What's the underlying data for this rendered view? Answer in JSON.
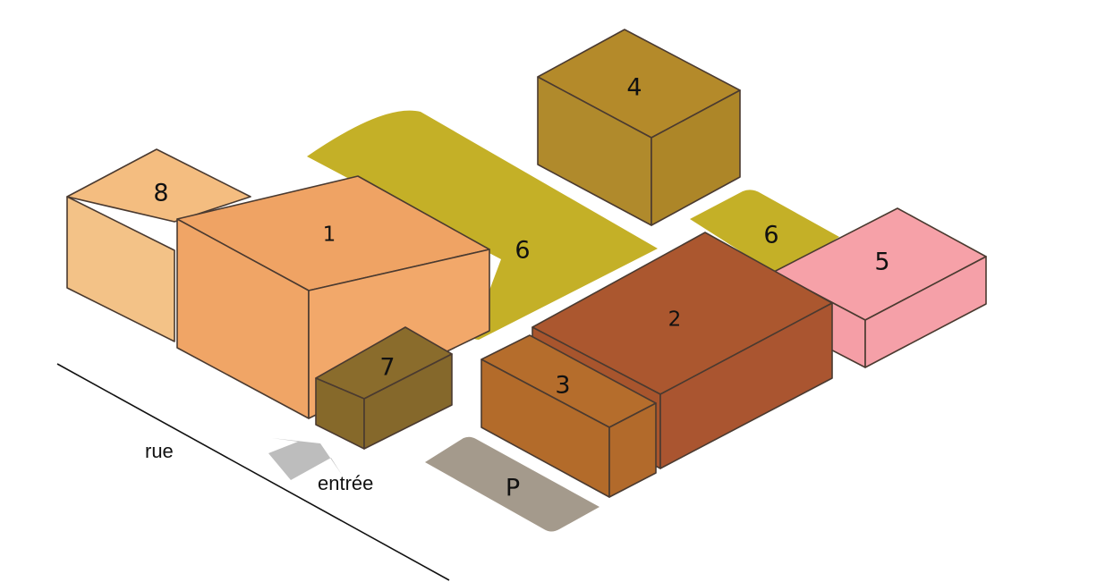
{
  "labels": {
    "b1": "1",
    "b2": "2",
    "b3": "3",
    "b4": "4",
    "b5": "5",
    "z6a": "6",
    "z6b": "6",
    "b7": "7",
    "b8": "8",
    "parking": "P"
  },
  "street_label": "rue",
  "entrance_label": "entrée",
  "colors": {
    "building_1": "#f0a060",
    "building_2": "#a8542c",
    "building_3": "#b0692a",
    "building_4": "#b08a2a",
    "building_5": "#f5a0a8",
    "zone_6": "#c4b027",
    "building_7": "#866a2b",
    "building_8": "#f4bd80",
    "parking": "#a49a8c",
    "entrance_arrow": "#bdbdbd",
    "outline": "#4a3a30"
  }
}
